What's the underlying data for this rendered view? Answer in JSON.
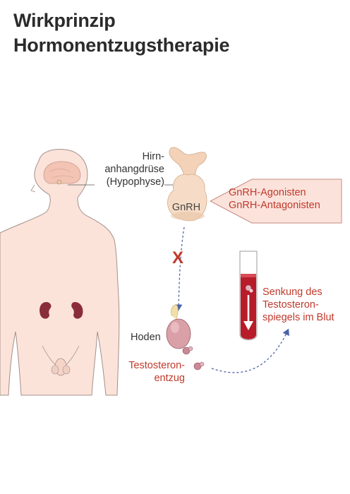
{
  "title": {
    "line1": "Wirkprinzip",
    "line2": "Hormonentzugstherapie"
  },
  "labels": {
    "pituitary": {
      "line1": "Hirn-",
      "line2": "anhangdrüse",
      "line3": "(Hypophyse)"
    },
    "gnrh": "GnRH",
    "drugs": {
      "line1": "GnRH-Agonisten",
      "line2": "GnRH-Antagonisten"
    },
    "blocked_symbol": "X",
    "testes": "Hoden",
    "deprivation": {
      "line1": "Testosteron-",
      "line2": "entzug"
    },
    "blood": {
      "line1": "Senkung des",
      "line2": "Testosteron-",
      "line3": "spiegels im Blut"
    }
  },
  "colors": {
    "body_skin": "#fbe3da",
    "outline": "#8a7a76",
    "gland": "#f3d2b8",
    "accent_red": "#c0392b",
    "arrow_blue": "#4a62a8",
    "callout_fill": "#fbe3dc",
    "callout_stroke": "#c78b7e",
    "blood": "#b81c2a",
    "testis": "#d9a0a8"
  }
}
